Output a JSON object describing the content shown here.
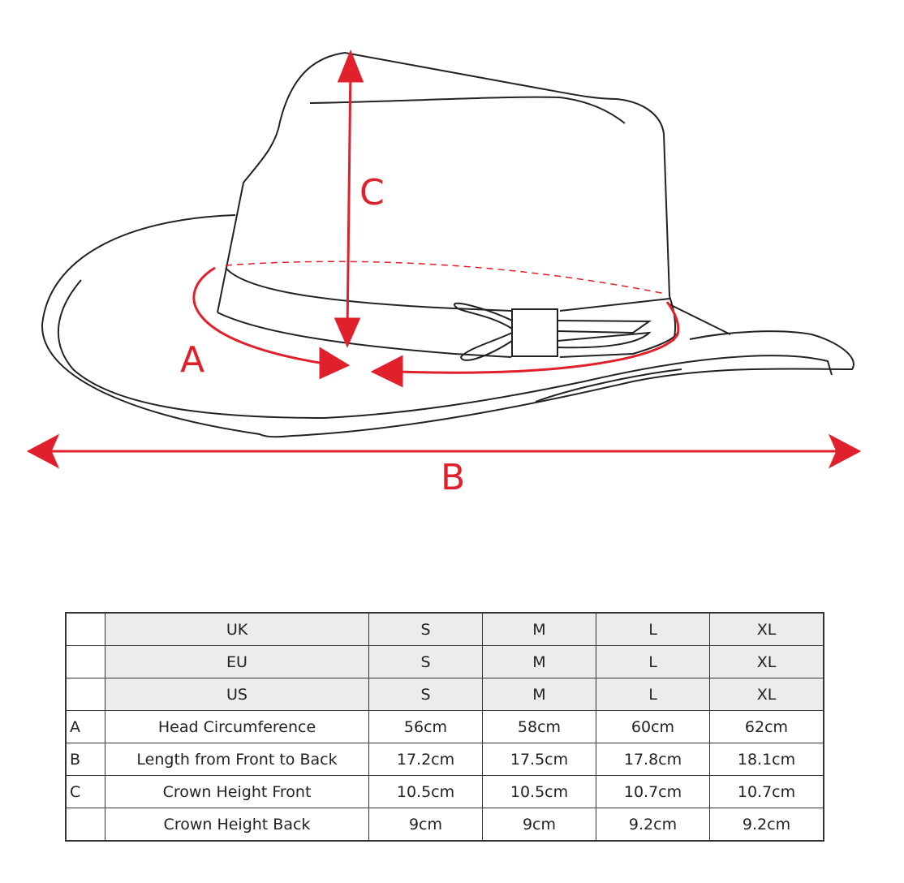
{
  "diagram": {
    "labels": {
      "a": "A",
      "b": "B",
      "c": "C"
    },
    "accent_color": "#e0202a"
  },
  "table": {
    "rows": [
      {
        "key": "",
        "name": "UK",
        "values": [
          "S",
          "M",
          "L",
          "XL"
        ]
      },
      {
        "key": "",
        "name": "EU",
        "values": [
          "S",
          "M",
          "L",
          "XL"
        ]
      },
      {
        "key": "",
        "name": "US",
        "values": [
          "S",
          "M",
          "L",
          "XL"
        ]
      },
      {
        "key": "A",
        "name": "Head Circumference",
        "values": [
          "56cm",
          "58cm",
          "60cm",
          "62cm"
        ]
      },
      {
        "key": "B",
        "name": "Length from Front to Back",
        "values": [
          "17.2cm",
          "17.5cm",
          "17.8cm",
          "18.1cm"
        ]
      },
      {
        "key": "C",
        "name": "Crown Height Front",
        "values": [
          "10.5cm",
          "10.5cm",
          "10.7cm",
          "10.7cm"
        ]
      },
      {
        "key": "",
        "name": "Crown Height Back",
        "values": [
          "9cm",
          "9cm",
          "9.2cm",
          "9.2cm"
        ]
      }
    ]
  }
}
